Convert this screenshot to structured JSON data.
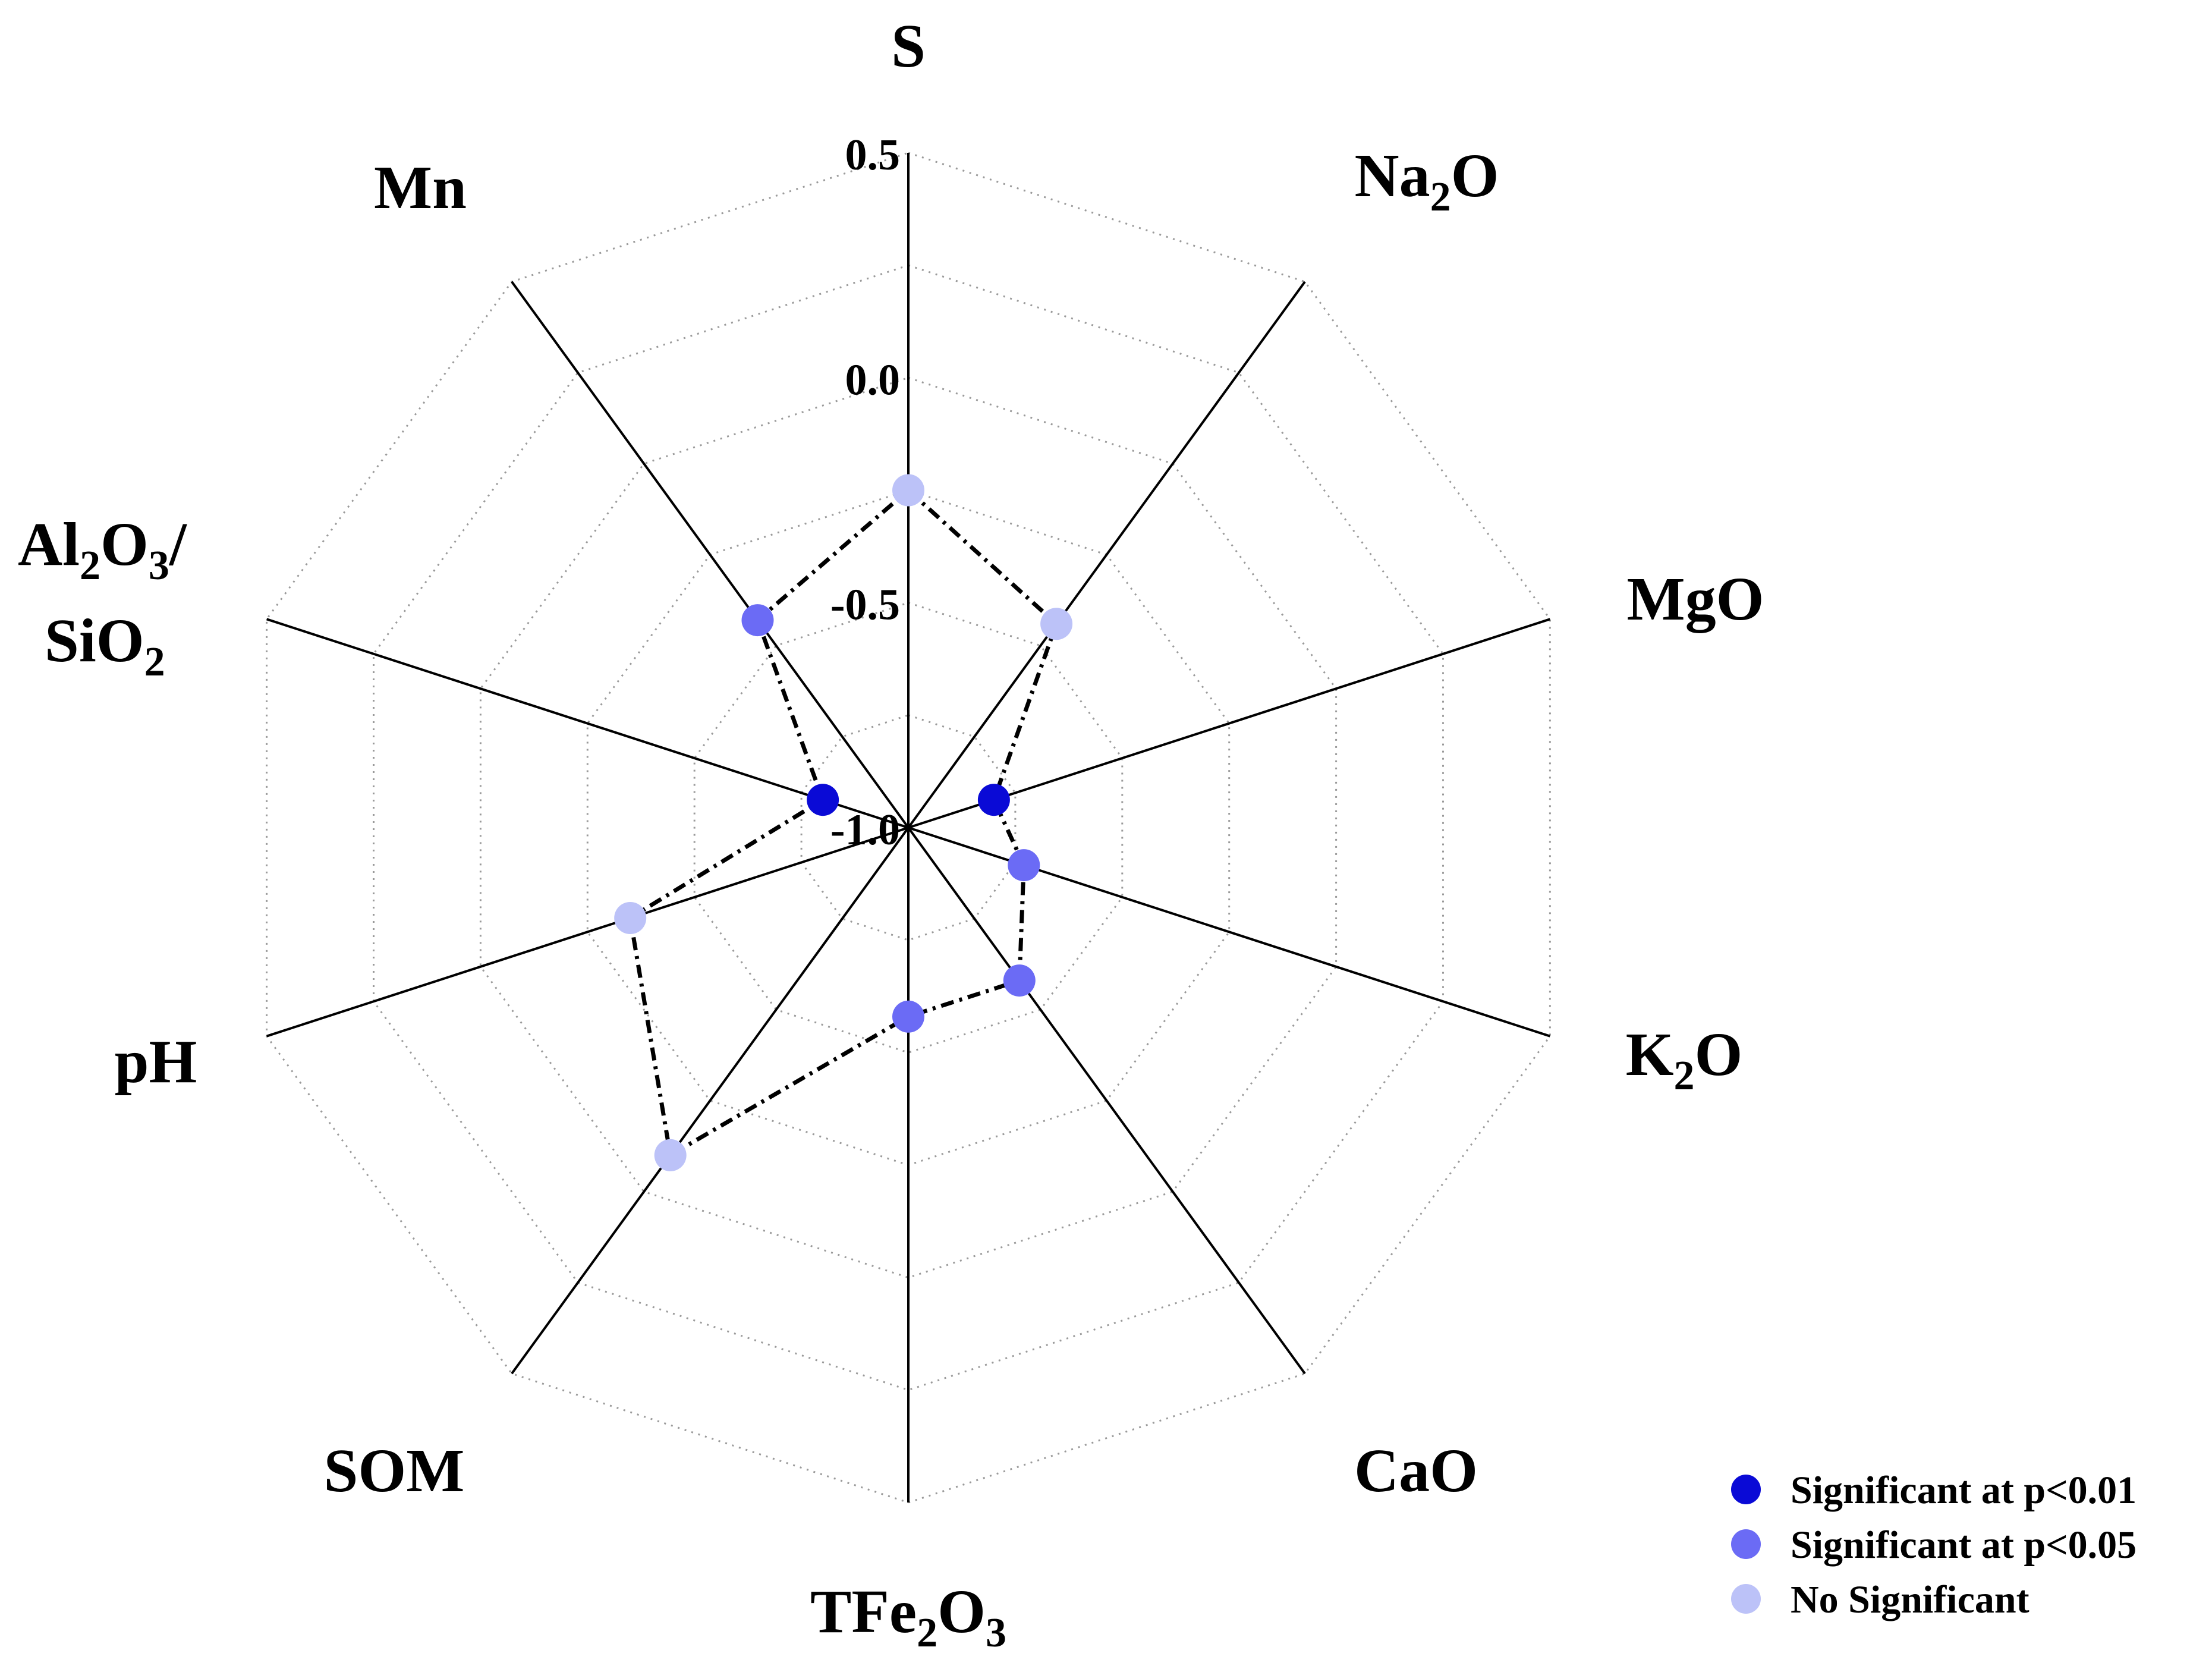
{
  "chart_data": {
    "type": "radar",
    "axes": [
      {
        "name": "S",
        "base": "S",
        "sub": ""
      },
      {
        "name": "Na2O",
        "base": "Na",
        "sub": "2",
        "tail": "O"
      },
      {
        "name": "MgO",
        "base": "MgO",
        "sub": ""
      },
      {
        "name": "K2O",
        "base": "K",
        "sub": "2",
        "tail": "O"
      },
      {
        "name": "CaO",
        "base": "CaO",
        "sub": ""
      },
      {
        "name": "TFe2O3",
        "base": "TFe",
        "sub": "2",
        "tail": "O",
        "sub2": "3"
      },
      {
        "name": "SOM",
        "base": "SOM",
        "sub": ""
      },
      {
        "name": "pH",
        "base": "pH",
        "sub": ""
      },
      {
        "name": "Al2O3/SiO2",
        "line1": [
          "Al",
          "2",
          "O",
          "3",
          "/"
        ],
        "line2": [
          "SiO",
          "2"
        ]
      },
      {
        "name": "Mn",
        "base": "Mn",
        "sub": ""
      }
    ],
    "r_ticks": [
      "0.5",
      "0.0",
      "-0.5",
      "-1.0"
    ],
    "r_range": [
      -1.0,
      0.5
    ],
    "grid": true,
    "values": [
      -0.25,
      -0.44,
      -0.8,
      -0.73,
      -0.58,
      -0.58,
      -0.1,
      -0.35,
      -0.8,
      -0.43
    ],
    "significance": [
      "none",
      "none",
      "p01",
      "p05",
      "p05",
      "p05",
      "none",
      "none",
      "p01",
      "p05"
    ],
    "legend": {
      "placement": "bottom-right",
      "items": [
        {
          "key": "p01",
          "label": "Significant at p<0.01",
          "color": "#0a0ad6"
        },
        {
          "key": "p05",
          "label": "Significant at p<0.05",
          "color": "#6b6bf5"
        },
        {
          "key": "none",
          "label": "No Significant",
          "color": "#bcc2f8"
        }
      ]
    }
  }
}
